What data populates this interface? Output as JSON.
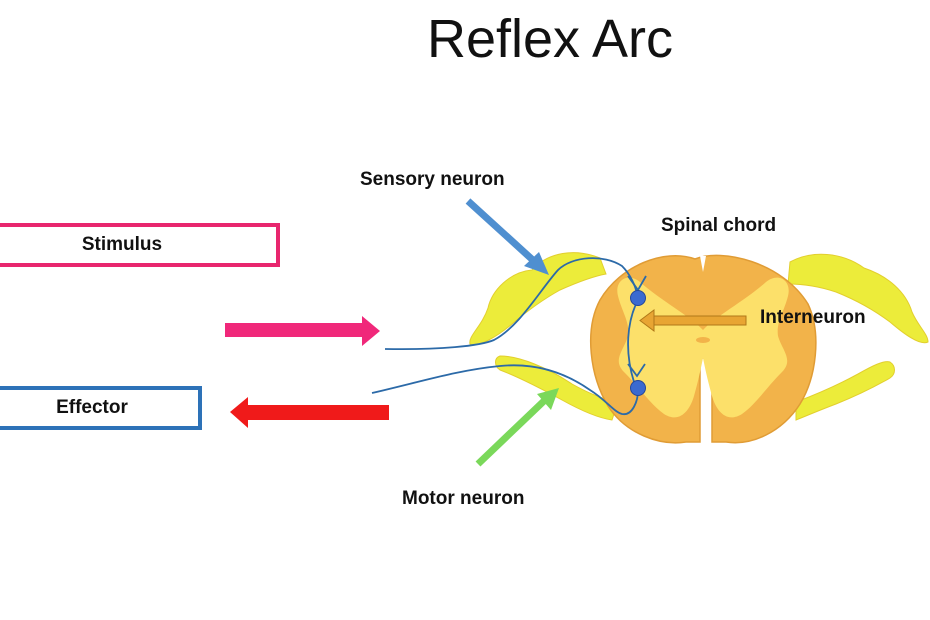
{
  "title": "Reflex Arc",
  "labels": {
    "sensory_neuron": "Sensory neuron",
    "spinal_cord": "Spinal chord",
    "interneuron": "Interneuron",
    "motor_neuron": "Motor neuron"
  },
  "boxes": {
    "stimulus": "Stimulus",
    "effector": "Effector"
  },
  "colors": {
    "stimulus": "#e8266e",
    "effector": "#2d72b8",
    "stimulus_arrow": "#f0287a",
    "effector_arrow": "#f01a1a",
    "sensory_pointer": "#4f8fd0",
    "motor_pointer": "#7ad85a",
    "interneuron_pointer": "#e8a533",
    "spinal_cord": "#f2b34a",
    "grey_matter": "#fce06a",
    "nerve_root": "#ecec3a",
    "neuron_path": "#2c6aa8",
    "synapse": "#3b6ad0"
  }
}
